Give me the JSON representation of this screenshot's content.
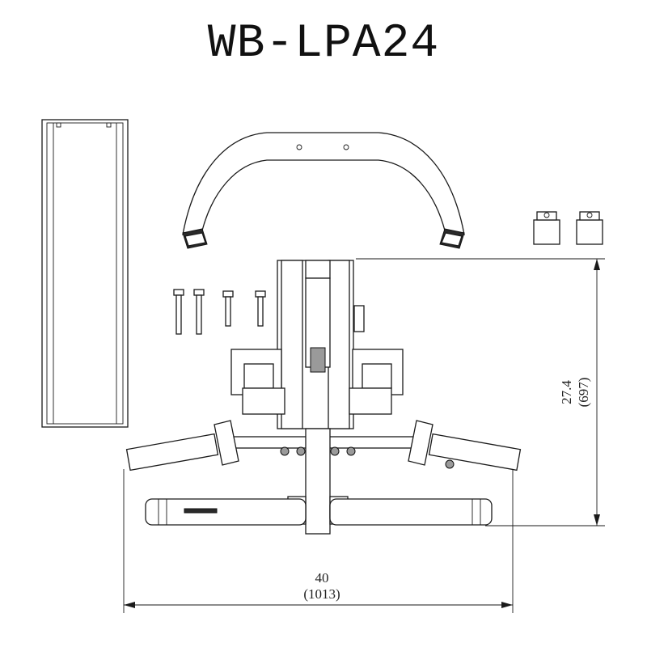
{
  "title": "WB-LPA24",
  "dimensions": {
    "height": {
      "inches": "27.4",
      "mm": "(697)"
    },
    "width": {
      "inches": "40",
      "mm": "(1013)"
    }
  },
  "icons": [
    "upright-frame-icon",
    "handle-bar-icon",
    "bolt-icon",
    "bracket-icon",
    "machine-assembly-icon"
  ]
}
